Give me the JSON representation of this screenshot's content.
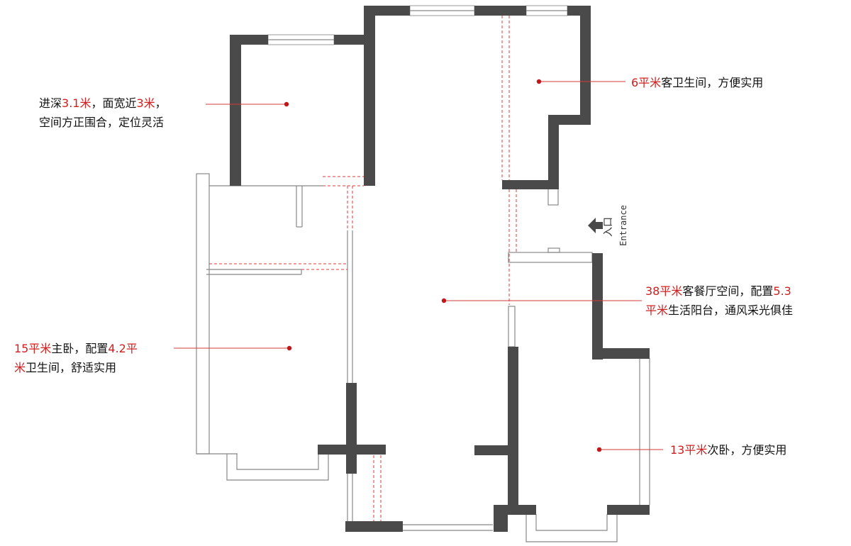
{
  "annotations": {
    "study": {
      "l1_a": "进深",
      "l1_b": "3.1米",
      "l1_c": "，面宽近",
      "l1_d": "3米",
      "l1_e": "，",
      "l2": "空间方正围合，定位灵活"
    },
    "guest_bath": {
      "a": "6平米",
      "b": "客卫生间，方便实用"
    },
    "living": {
      "l1_a": "38平米",
      "l1_b": "客餐厅空间，配置",
      "l1_c": "5.3",
      "l2_a": "平米",
      "l2_b": "生活阳台，通风采光俱佳"
    },
    "master": {
      "l1_a": "15平米",
      "l1_b": "主卧，配置",
      "l1_c": "4.2平",
      "l2_a": "米",
      "l2_b": "卫生间，舒适实用"
    },
    "second": {
      "a": "13平米",
      "b": "次卧，方便实用"
    }
  },
  "entrance": {
    "cn": "入口",
    "en": "Entrance",
    "icon": "arrow-left-icon"
  },
  "colors": {
    "wall": "#4a4a4a",
    "highlight": "#d0201f",
    "leader": "#d23a3a",
    "dash": "#e23a3a"
  }
}
